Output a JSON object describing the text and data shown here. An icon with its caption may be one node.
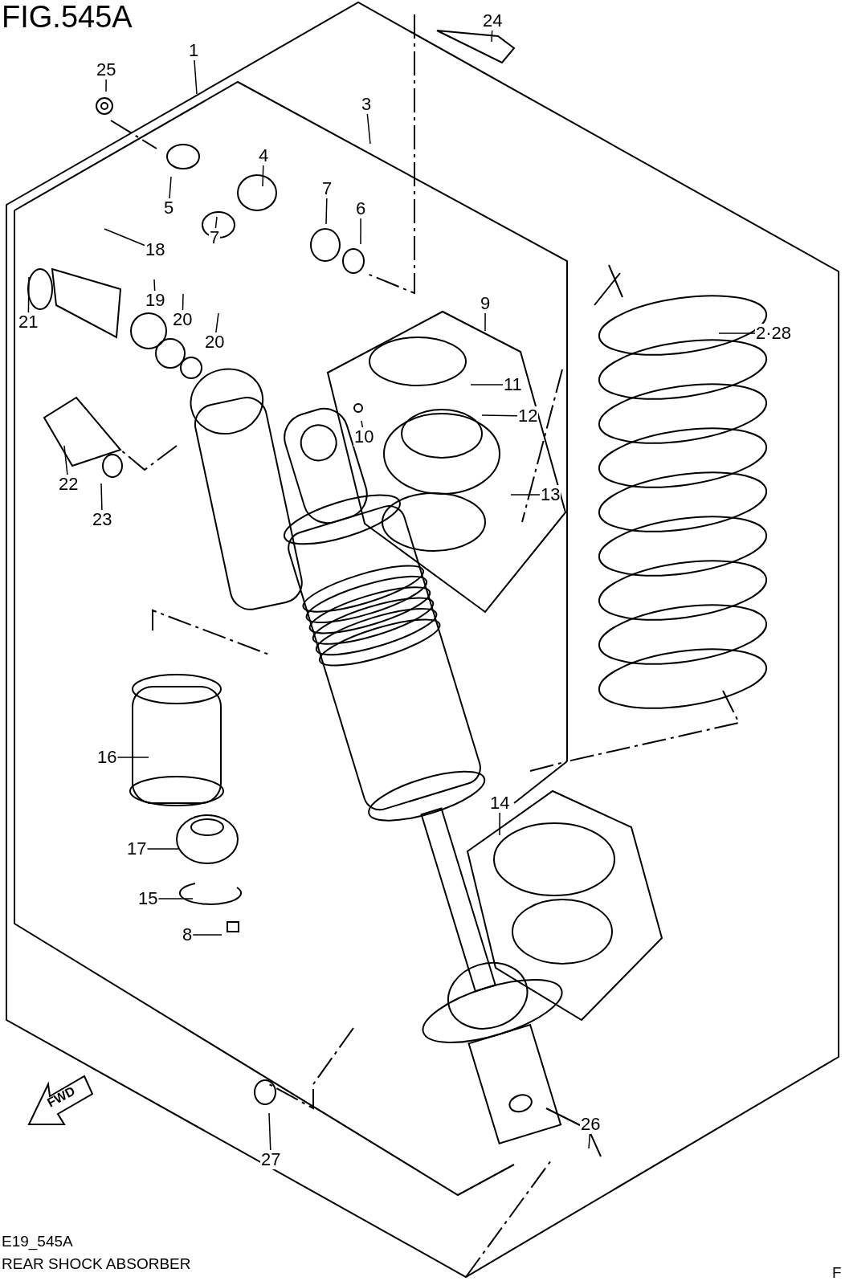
{
  "diagram": {
    "title": "FIG.545A",
    "caption": "REAR SHOCK ABSORBER",
    "nodes": [
      {
        "text": [
          "1"
        ]
      },
      {
        "text": [
          "25"
        ]
      },
      {
        "text": [
          "24"
        ]
      },
      {
        "text": [
          "3"
        ]
      },
      {
        "text": [
          "4"
        ]
      },
      {
        "text": [
          "5"
        ]
      },
      {
        "text": [
          "7"
        ]
      },
      {
        "text": [
          "7"
        ]
      },
      {
        "text": [
          "6"
        ]
      },
      {
        "text": [
          "18"
        ]
      },
      {
        "text": [
          "19"
        ]
      },
      {
        "text": [
          "20"
        ]
      },
      {
        "text": [
          "20"
        ]
      },
      {
        "text": [
          "21"
        ]
      },
      {
        "text": [
          "9"
        ]
      },
      {
        "text": [
          "2·28"
        ]
      },
      {
        "text": [
          "11"
        ]
      },
      {
        "text": [
          "12"
        ]
      },
      {
        "text": [
          "10"
        ]
      },
      {
        "text": [
          "22"
        ]
      },
      {
        "text": [
          "23"
        ]
      },
      {
        "text": [
          "13"
        ]
      },
      {
        "text": [
          "16"
        ]
      },
      {
        "text": [
          "14"
        ]
      },
      {
        "text": [
          "17"
        ]
      },
      {
        "text": [
          "15"
        ]
      },
      {
        "text": [
          "8"
        ]
      },
      {
        "text": [
          "26"
        ]
      },
      {
        "text": [
          "27"
        ]
      }
    ],
    "edges": [
      {
        "from": 0,
        "to": null,
        "arrow": "none"
      },
      {
        "from": 1,
        "to": null,
        "arrow": "none"
      },
      {
        "from": 2,
        "to": null,
        "arrow": "none"
      },
      {
        "from": 3,
        "to": null,
        "arrow": "none"
      },
      {
        "from": 4,
        "to": null,
        "arrow": "none"
      },
      {
        "from": 5,
        "to": null,
        "arrow": "none"
      },
      {
        "from": 6,
        "to": null,
        "arrow": "none"
      },
      {
        "from": 7,
        "to": null,
        "arrow": "none"
      },
      {
        "from": 8,
        "to": null,
        "arrow": "none"
      },
      {
        "from": 9,
        "to": null,
        "arrow": "none"
      },
      {
        "from": 10,
        "to": null,
        "arrow": "none"
      },
      {
        "from": 11,
        "to": null,
        "arrow": "none"
      },
      {
        "from": 12,
        "to": null,
        "arrow": "none"
      },
      {
        "from": 13,
        "to": null,
        "arrow": "none"
      },
      {
        "from": 14,
        "to": null,
        "arrow": "none"
      },
      {
        "from": 15,
        "to": null,
        "arrow": "none"
      },
      {
        "from": 16,
        "to": null,
        "arrow": "none"
      },
      {
        "from": 17,
        "to": null,
        "arrow": "none"
      },
      {
        "from": 18,
        "to": null,
        "arrow": "none"
      },
      {
        "from": 19,
        "to": null,
        "arrow": "none"
      },
      {
        "from": 20,
        "to": null,
        "arrow": "none"
      },
      {
        "from": 21,
        "to": null,
        "arrow": "none"
      },
      {
        "from": 22,
        "to": null,
        "arrow": "none"
      },
      {
        "from": 23,
        "to": null,
        "arrow": "none"
      },
      {
        "from": 24,
        "to": null,
        "arrow": "none"
      },
      {
        "from": 25,
        "to": null,
        "arrow": "none"
      },
      {
        "from": 26,
        "to": null,
        "arrow": "none"
      },
      {
        "from": 27,
        "to": null,
        "arrow": "none"
      },
      {
        "from": 28,
        "to": null,
        "arrow": "none"
      }
    ],
    "labels": [
      "FWD",
      "E19_545A",
      "F"
    ]
  }
}
